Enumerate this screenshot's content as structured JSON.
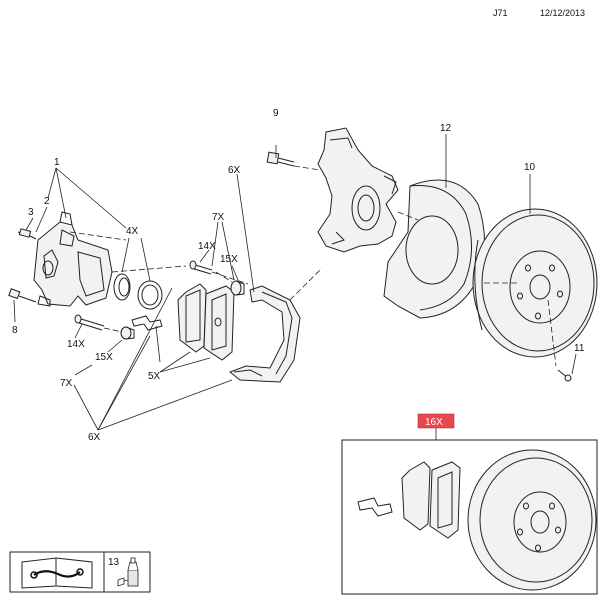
{
  "header": {
    "code": "J71",
    "date": "12/12/2013"
  },
  "callouts": {
    "c1": "1",
    "c2": "2",
    "c3": "3",
    "c8": "8",
    "c4x": "4X",
    "c14x_left": "14X",
    "c15x_left": "15X",
    "c7x_left": "7X",
    "c6x_bottom": "6X",
    "c5x": "5X",
    "c6x_top": "6X",
    "c7x_top": "7X",
    "c14x_top": "14X",
    "c15x_top": "15X",
    "c9": "9",
    "c12": "12",
    "c10": "10",
    "c11": "11",
    "c13": "13"
  },
  "kit": {
    "label": "16X",
    "label_color": "#e8474f"
  },
  "icons": {
    "manual": "manual-book-wrench-icon",
    "grease": "grease-tube-icon"
  }
}
